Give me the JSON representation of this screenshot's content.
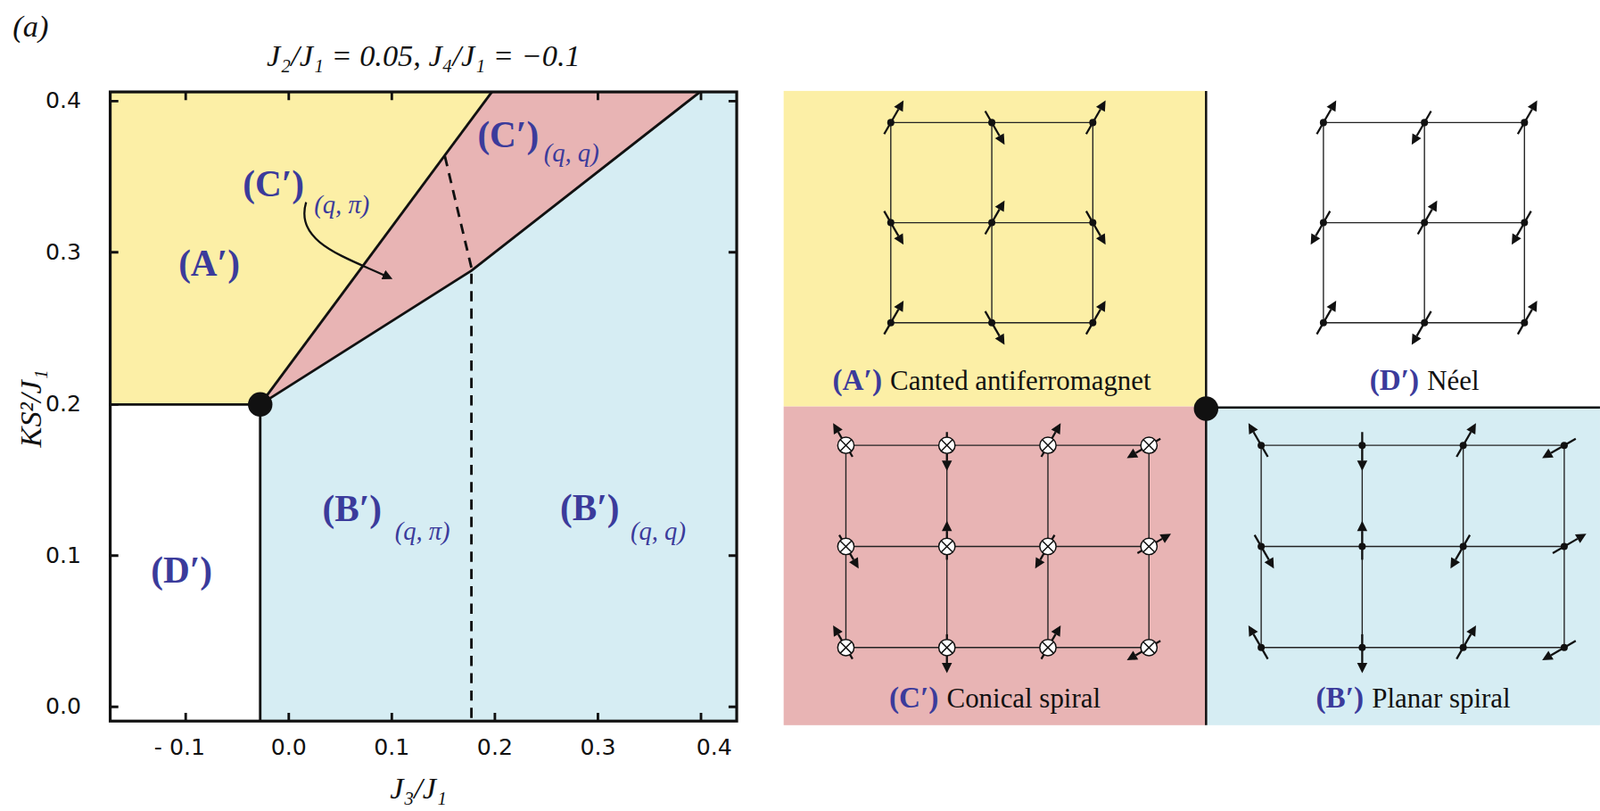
{
  "diagram": {
    "title": "J₂/J₁ = 0.05, J₄/J₁ = −0.1",
    "nodes": [
      {
        "text": [
          "(A′)",
          "Canted antiferromagnet"
        ]
      },
      {
        "text": [
          "(D′)",
          "Néel"
        ]
      },
      {
        "text": [
          "(C′)",
          "Conical spiral"
        ]
      },
      {
        "text": [
          "(B′)",
          "Planar spiral"
        ]
      }
    ],
    "labels": [
      "(a)",
      "0.4",
      "0.3",
      "0.2",
      "0.1",
      "0.0",
      "- 0.1",
      "0.0",
      "0.1",
      "0.2",
      "0.3",
      "0.4",
      "J₃/J₁",
      "KS²/J₁",
      "(A′)",
      "(C′)",
      "(q, π)",
      "(C′)",
      "(q, q)",
      "(B′)",
      "(q, π)",
      "(B′)",
      "(q, q)",
      "(D′)"
    ]
  }
}
